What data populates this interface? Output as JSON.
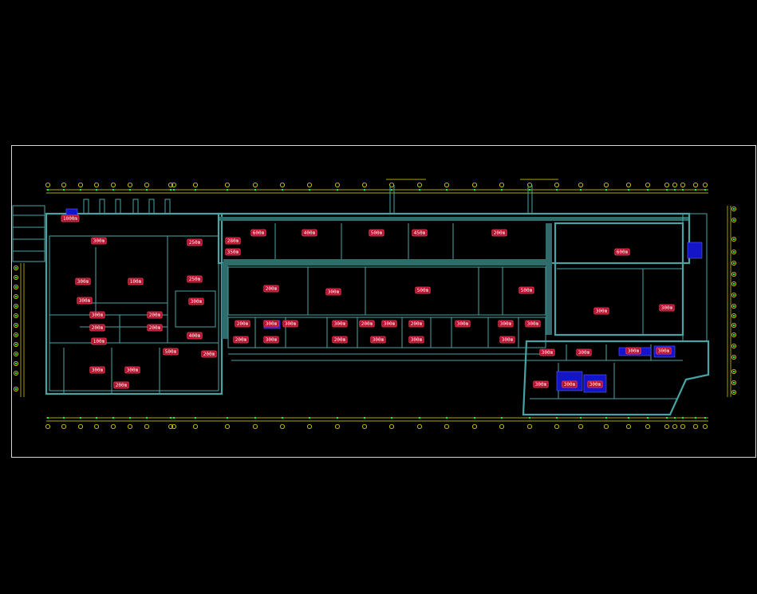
{
  "drawing": {
    "background": "#000000",
    "sheet_border_color": "#d8d8d8",
    "wall_color": "#4aa3a3",
    "tag_fill_color": "#b0102a",
    "dimension_color": "#e8e000",
    "equipment_color": "#1414c8"
  },
  "room_tags": [
    "1000m",
    "300m",
    "250m",
    "600m",
    "400m",
    "500m",
    "450m",
    "200m",
    "280m",
    "350m",
    "300m",
    "100m",
    "250m",
    "200m",
    "300m",
    "500m",
    "500m",
    "600m",
    "300m",
    "300m",
    "300m",
    "300m",
    "100m",
    "300m",
    "200m",
    "200m",
    "200m",
    "500m",
    "200m",
    "400m",
    "300m",
    "300m",
    "200m",
    "200m",
    "300m",
    "300m",
    "300m",
    "200m",
    "300m",
    "200m",
    "300m",
    "300m",
    "300m",
    "200m",
    "300m",
    "200m",
    "300m",
    "300m",
    "300m",
    "300m",
    "300m",
    "300m",
    "300m",
    "300m",
    "300m",
    "300m"
  ]
}
